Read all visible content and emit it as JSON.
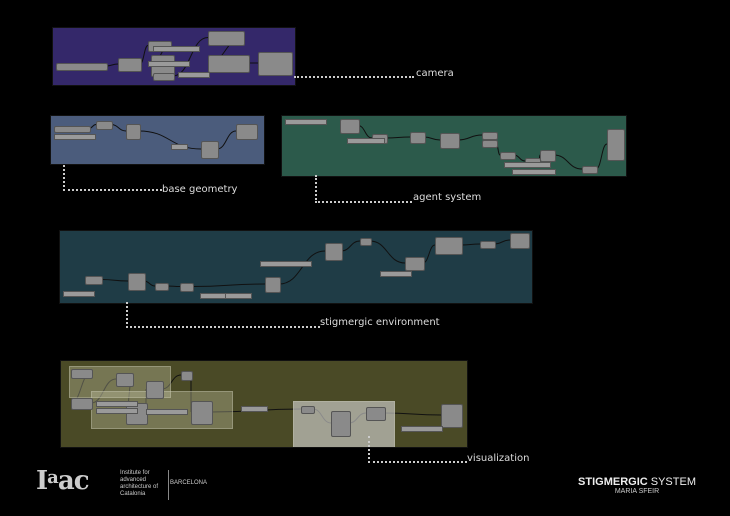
{
  "sections": [
    {
      "id": "camera",
      "label": "camera",
      "color": "#34286a"
    },
    {
      "id": "base",
      "label": "base geometry",
      "color": "#4b5c7c"
    },
    {
      "id": "agent",
      "label": "agent system",
      "color": "#2c5a4b"
    },
    {
      "id": "stig",
      "label": "stigmergic environment",
      "color": "#1f3c46"
    },
    {
      "id": "vis",
      "label": "visualization",
      "color": "#4a4a26"
    }
  ],
  "footer": {
    "logo_text": "IaaC",
    "institute_lines": "Institute for advanced architecture of Catalonia",
    "city": "BARCELONA",
    "project_bold": "STIGMERGIC",
    "project_rest": " SYSTEM",
    "author": "MARIA SFEIR"
  }
}
